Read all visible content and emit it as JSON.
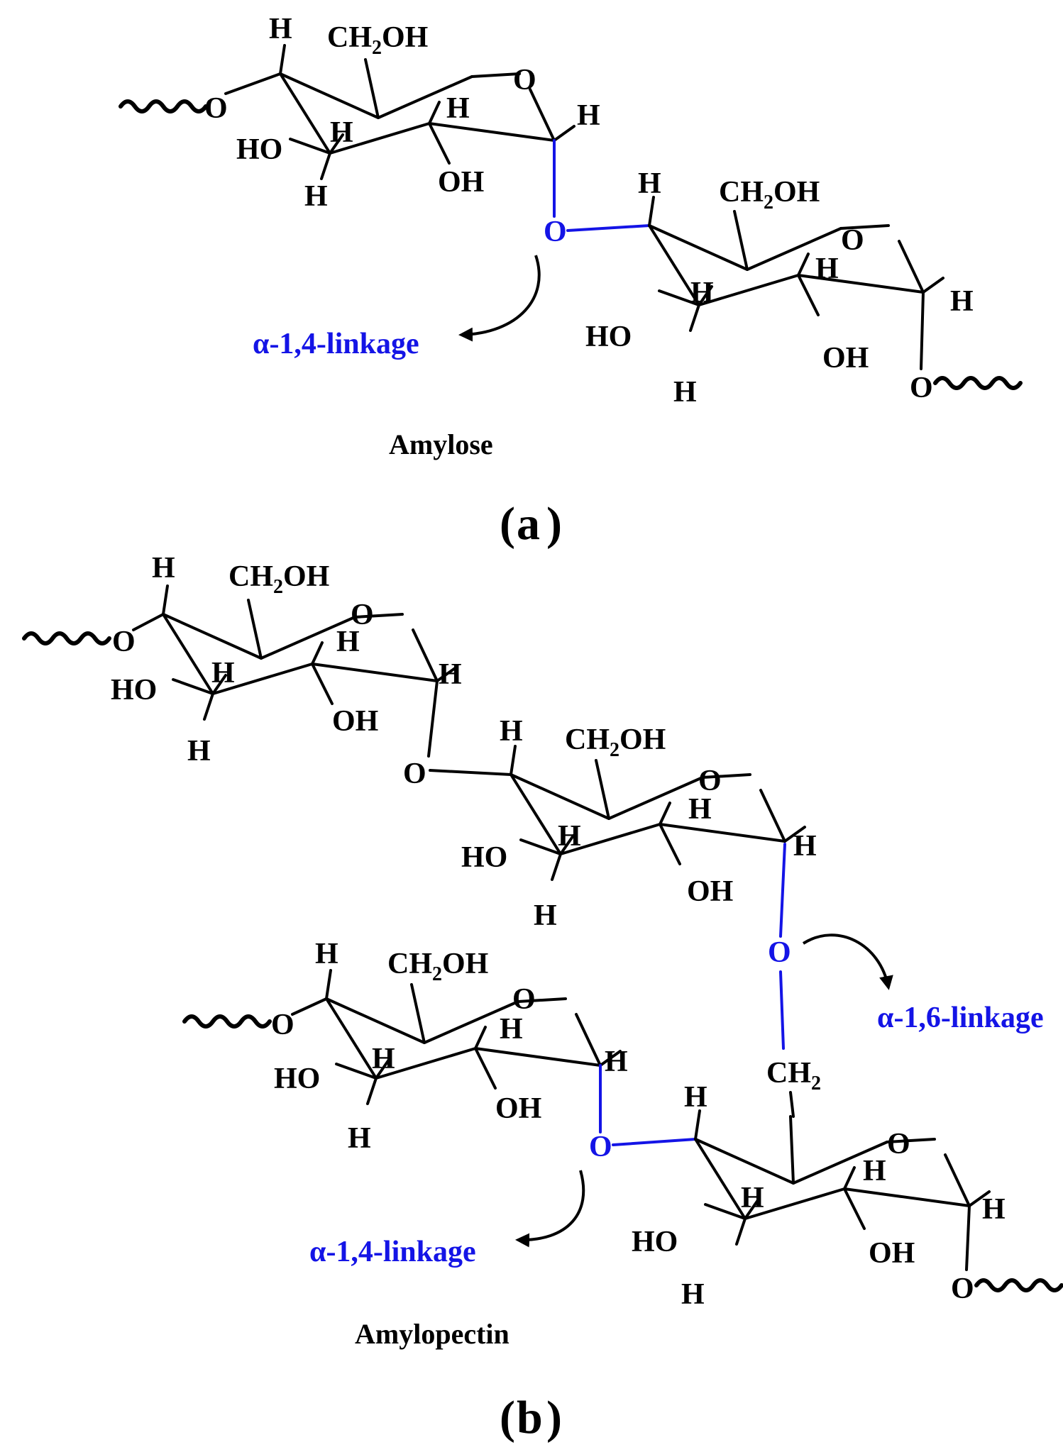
{
  "colors": {
    "bond": "#000000",
    "linkage": "#1414e6"
  },
  "atoms": {
    "h": "H",
    "oh": "OH",
    "ho": "HO",
    "o": "O",
    "ch2oh_main": "CH",
    "ch2oh_sub": "2",
    "ch2oh_tail": "OH",
    "ch2_main": "CH",
    "ch2_sub": "2"
  },
  "panel_a": {
    "label_open": "(",
    "label_letter": "a",
    "label_close": ")",
    "title": "Amylose",
    "linkage_label": "α-1,4-linkage"
  },
  "panel_b": {
    "label_open": "(",
    "label_letter": "b",
    "label_close": ")",
    "title": "Amylopectin",
    "linkage_14_label": "α-1,4-linkage",
    "linkage_16_label": "α-1,6-linkage"
  }
}
